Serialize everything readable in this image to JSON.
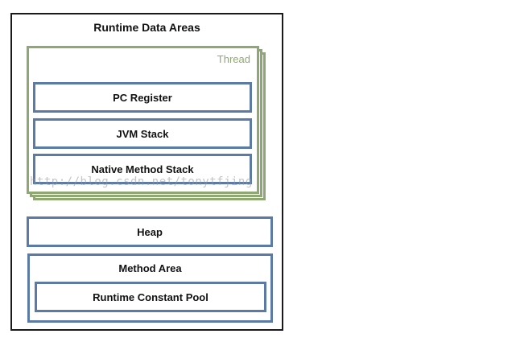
{
  "diagram": {
    "title": "Runtime Data Areas",
    "thread": {
      "label": "Thread",
      "items": [
        "PC Register",
        "JVM Stack",
        "Native Method Stack"
      ]
    },
    "heap": "Heap",
    "method_area": {
      "label": "Method Area",
      "inner": "Runtime Constant Pool"
    },
    "watermark": "http://blog.csdn.net/tonytfjing",
    "colors": {
      "border": "#1a1a1a",
      "thread": "#8fa873",
      "box": "#5b7ba6"
    }
  }
}
